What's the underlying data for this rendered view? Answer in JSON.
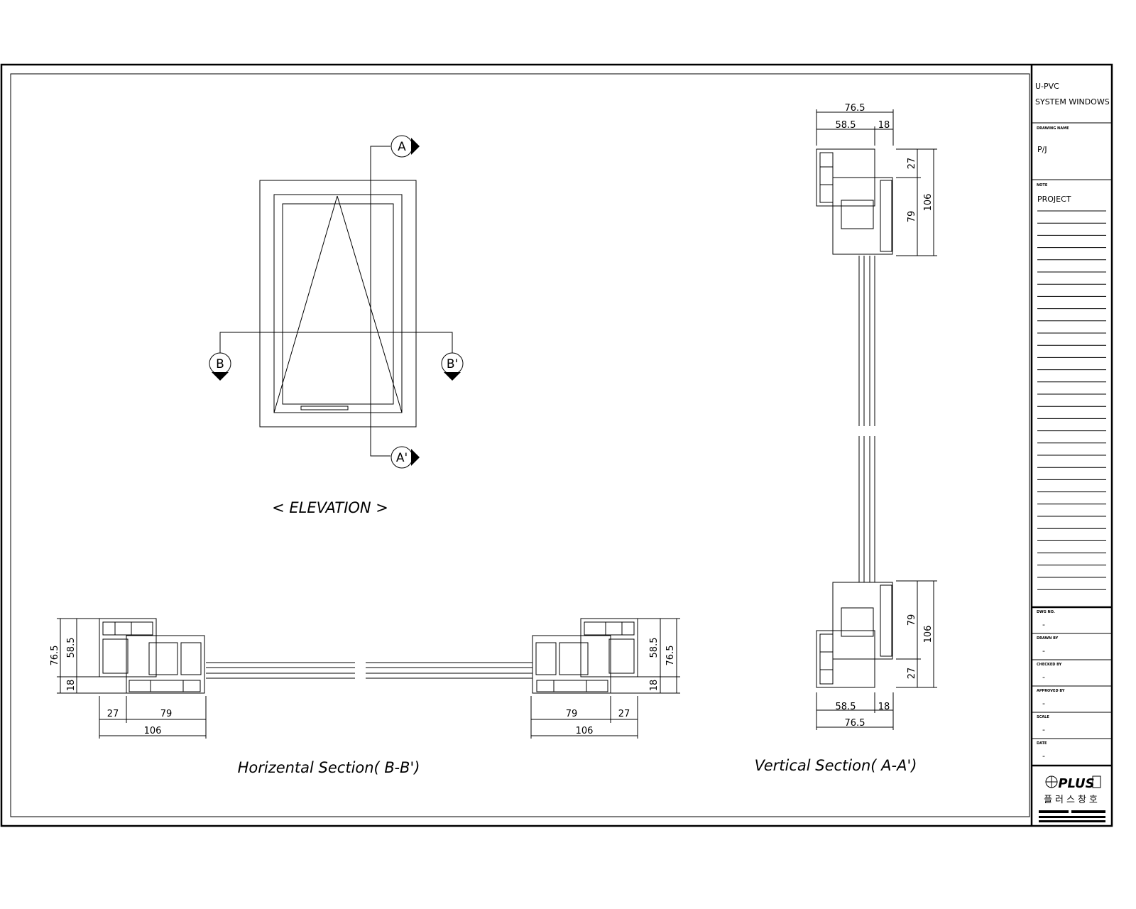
{
  "title_block": {
    "title_line1": "U-PVC",
    "title_line2": "SYSTEM WINDOWS",
    "drawing_name_label": "DRAWING NAME",
    "drawing_name": "P/J",
    "note_label": "NOTE",
    "note": "PROJECT",
    "fields": [
      {
        "label": "DWG NO.",
        "value": "-"
      },
      {
        "label": "DRAWN BY",
        "value": "-"
      },
      {
        "label": "CHECKED BY",
        "value": "-"
      },
      {
        "label": "APPROVED BY",
        "value": "-"
      },
      {
        "label": "SCALE",
        "value": "-"
      },
      {
        "label": "DATE",
        "value": "-"
      }
    ],
    "logo_text": "PLUS",
    "logo_korean": "플러스창호"
  },
  "elevation": {
    "caption": "< ELEVATION >",
    "markers": {
      "a_top": "A",
      "a_bottom": "A'",
      "b_left": "B",
      "b_right": "B'"
    }
  },
  "horizontal_section": {
    "caption": "Horizental Section( B-B')",
    "dims": {
      "total_depth": "76.5",
      "frame_depth": "58.5",
      "sash": "18",
      "left_w": "27",
      "mid_w": "79",
      "total_w": "106"
    }
  },
  "vertical_section": {
    "caption": "Vertical Section( A-A')",
    "dims": {
      "total_depth": "76.5",
      "frame_depth": "58.5",
      "sash": "18",
      "top_h": "27",
      "mid_h": "79",
      "total_h": "106"
    }
  }
}
